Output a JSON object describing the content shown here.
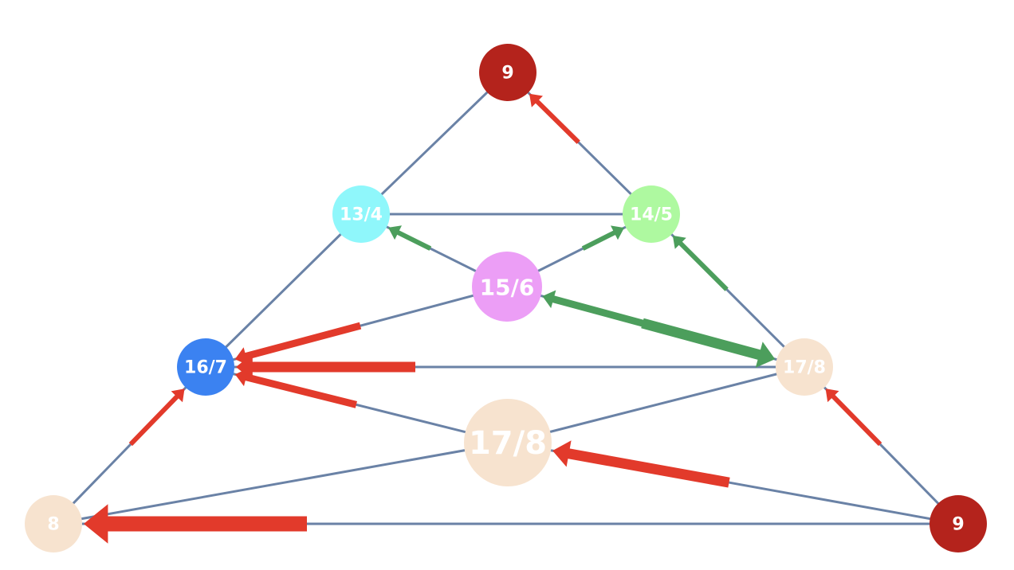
{
  "colors": {
    "edge": "#6a82a6",
    "flow_red": "#e23a2b",
    "flow_green": "#4c9e5c"
  },
  "nodes": [
    {
      "id": "top",
      "label": "9",
      "color": "#b4231c"
    },
    {
      "id": "upper-left",
      "label": "13/4",
      "color": "#8ff7fb"
    },
    {
      "id": "upper-right",
      "label": "14/5",
      "color": "#aef9a0"
    },
    {
      "id": "center-upper",
      "label": "15/6",
      "color": "#ec9ef6"
    },
    {
      "id": "mid-left",
      "label": "16/7",
      "color": "#3b82f1"
    },
    {
      "id": "mid-right",
      "label": "17/8",
      "color": "#f7e3cf"
    },
    {
      "id": "center-lower",
      "label": "17/8",
      "color": "#f7e3cf"
    },
    {
      "id": "bottom-left",
      "label": "8",
      "color": "#f7e3cf"
    },
    {
      "id": "bottom-right",
      "label": "9",
      "color": "#b4231c"
    }
  ],
  "edges": [
    [
      "top",
      "upper-left"
    ],
    [
      "top",
      "upper-right"
    ],
    [
      "upper-left",
      "upper-right"
    ],
    [
      "upper-left",
      "center-upper"
    ],
    [
      "upper-right",
      "center-upper"
    ],
    [
      "upper-left",
      "mid-left"
    ],
    [
      "upper-right",
      "mid-right"
    ],
    [
      "center-upper",
      "mid-left"
    ],
    [
      "center-upper",
      "mid-right"
    ],
    [
      "mid-left",
      "mid-right"
    ],
    [
      "mid-left",
      "center-lower"
    ],
    [
      "mid-right",
      "center-lower"
    ],
    [
      "mid-left",
      "bottom-left"
    ],
    [
      "mid-right",
      "bottom-right"
    ],
    [
      "center-lower",
      "bottom-left"
    ],
    [
      "center-lower",
      "bottom-right"
    ],
    [
      "bottom-left",
      "bottom-right"
    ]
  ],
  "flows": [
    {
      "from": "upper-right",
      "to": "top",
      "color": "red",
      "weight": 1
    },
    {
      "from": "bottom-left",
      "to": "mid-left",
      "color": "red",
      "weight": 1
    },
    {
      "from": "bottom-right",
      "to": "mid-right",
      "color": "red",
      "weight": 1
    },
    {
      "from": "center-upper",
      "to": "mid-left",
      "color": "red",
      "weight": 2
    },
    {
      "from": "mid-right",
      "to": "mid-left",
      "color": "red",
      "weight": 3
    },
    {
      "from": "center-lower",
      "to": "mid-left",
      "color": "red",
      "weight": 2
    },
    {
      "from": "bottom-right",
      "to": "center-lower",
      "color": "red",
      "weight": 3
    },
    {
      "from": "bottom-right",
      "to": "bottom-left",
      "color": "red",
      "weight": 4
    },
    {
      "from": "center-upper",
      "to": "upper-left",
      "color": "green",
      "weight": 1
    },
    {
      "from": "center-upper",
      "to": "upper-right",
      "color": "green",
      "weight": 1
    },
    {
      "from": "center-upper",
      "to": "mid-right",
      "color": "green",
      "weight": 3
    },
    {
      "from": "mid-right",
      "to": "center-upper",
      "color": "green",
      "weight": 2
    },
    {
      "from": "mid-right",
      "to": "upper-right",
      "color": "green",
      "weight": 1
    }
  ]
}
